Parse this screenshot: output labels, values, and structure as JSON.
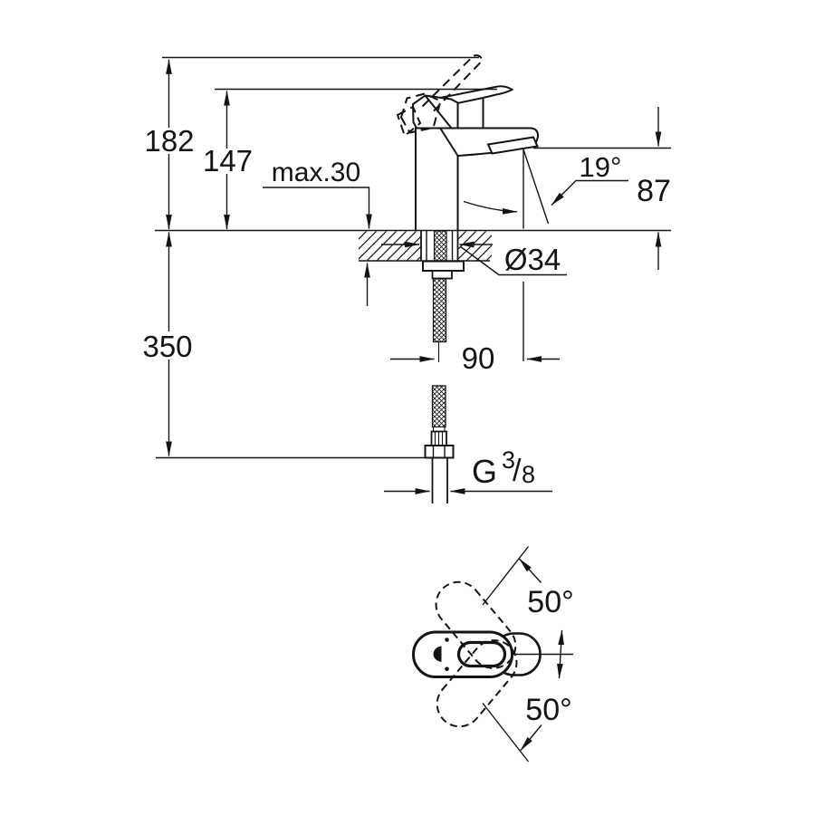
{
  "colors": {
    "line": "#141414",
    "background": "#ffffff"
  },
  "drawing": {
    "type": "technical-dimension-drawing",
    "units_shown": "mm",
    "labels": {
      "overall_height": "182",
      "handle_height": "147",
      "max_deck_thickness": "max.30",
      "spout_angle": "19°",
      "outlet_height": "87",
      "deck_hole_diameter": "Ø34",
      "spout_reach": "90",
      "hose_length": "350",
      "thread": {
        "prefix": "G",
        "numerator": "3",
        "slash": "/",
        "denominator": "8"
      },
      "handle_swing_up": "50°",
      "handle_swing_down": "50°"
    }
  }
}
